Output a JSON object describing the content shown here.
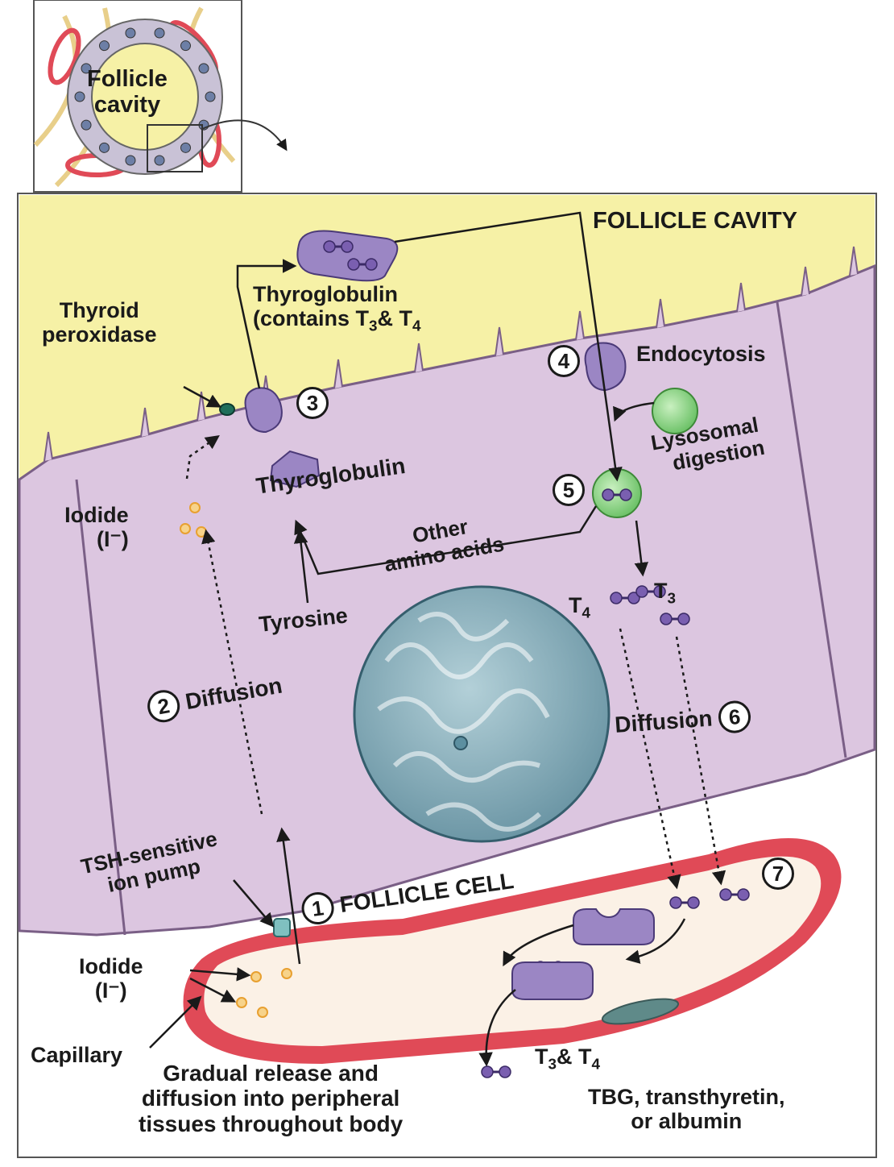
{
  "inset": {
    "cavity_line1": "Follicle",
    "cavity_line2": "cavity"
  },
  "labels": {
    "follicle_cavity": "FOLLICLE CAVITY",
    "thyroid_peroxidase_line1": "Thyroid",
    "thyroid_peroxidase_line2": "peroxidase",
    "thyroglobulin_top_line1": "Thyroglobulin",
    "thyroglobulin_top_line2_a": "(contains T",
    "thyroglobulin_top_line2_sub1": "3",
    "thyroglobulin_top_line2_b": "& T",
    "thyroglobulin_top_line2_sub2": "4",
    "endocytosis": "Endocytosis",
    "lysosomal_line1": "Lysosomal",
    "lysosomal_line2": "digestion",
    "thyroglobulin_mid": "Thyroglobulin",
    "iodide_top_line1": "Iodide",
    "iodide_top_line2": "(I⁻)",
    "other_line1": "Other",
    "other_line2": "amino acids",
    "t4": "T",
    "t4_sub": "4",
    "t3": "T",
    "t3_sub": "3",
    "tyrosine": "Tyrosine",
    "diffusion_left": "Diffusion",
    "diffusion_right": "Diffusion",
    "tsh_line1": "TSH-sensitive",
    "tsh_line2": "ion pump",
    "follicle_cell": "FOLLICLE CELL",
    "iodide_bottom_line1": "Iodide",
    "iodide_bottom_line2": "(I⁻)",
    "capillary": "Capillary",
    "release_line1": "Gradual release and",
    "release_line2": "diffusion into peripheral",
    "release_line3": "tissues throughout body",
    "t3t4_bottom_a": "T",
    "t3t4_bottom_sub1": "3",
    "t3t4_bottom_b": "& T",
    "t3t4_bottom_sub2": "4",
    "tbg_line1": "TBG, transthyretin,",
    "tbg_line2": "or albumin"
  },
  "steps": {
    "s1": "1",
    "s2": "2",
    "s3": "3",
    "s4": "4",
    "s5": "5",
    "s6": "6",
    "s7": "7"
  },
  "colors": {
    "cavity_yellow": "#f6f1a6",
    "cell_lavender": "#dcc6e0",
    "capillary_red": "#e04a57",
    "capillary_pink": "#f7c9c9",
    "nucleus_blue": "#7fa7b5",
    "lysosome_green": "#8fd28a",
    "thyroglobulin_purple": "#9b86c4",
    "iodide_orange": "#e8a030"
  }
}
